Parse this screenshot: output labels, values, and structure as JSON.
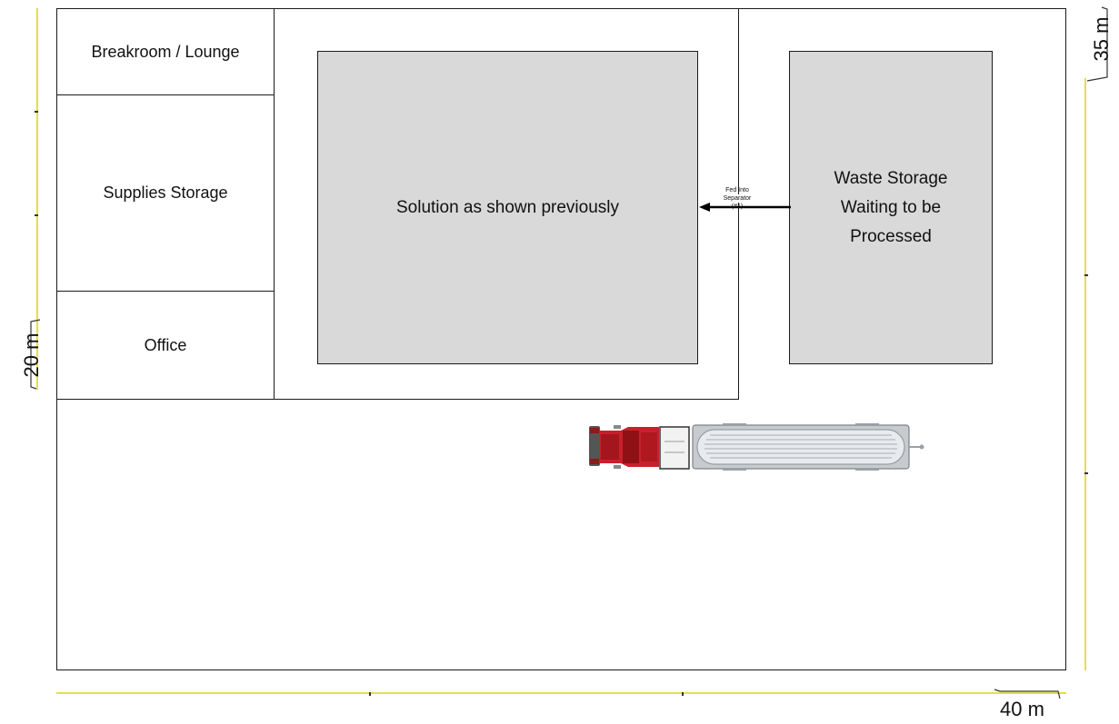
{
  "rooms": {
    "breakroom": "Breakroom / Lounge",
    "supplies": "Supplies Storage",
    "office": "Office"
  },
  "solution_box": "Solution as shown previously",
  "waste_box": {
    "line1": "Waste Storage",
    "line2": "Waiting to be",
    "line3": "Processed"
  },
  "arrow_label": {
    "line1": "Fed Into",
    "line2": "Separator",
    "line3": "(#1)"
  },
  "dimensions": {
    "left": "20 m",
    "right": "35 m",
    "bottom": "40 m"
  },
  "icons": [
    "truck-icon",
    "arrow-icon"
  ],
  "colors": {
    "dimension_line": "#e3df4a",
    "grey_fill": "#d9d9d9",
    "truck_cab": "#c8202a"
  }
}
